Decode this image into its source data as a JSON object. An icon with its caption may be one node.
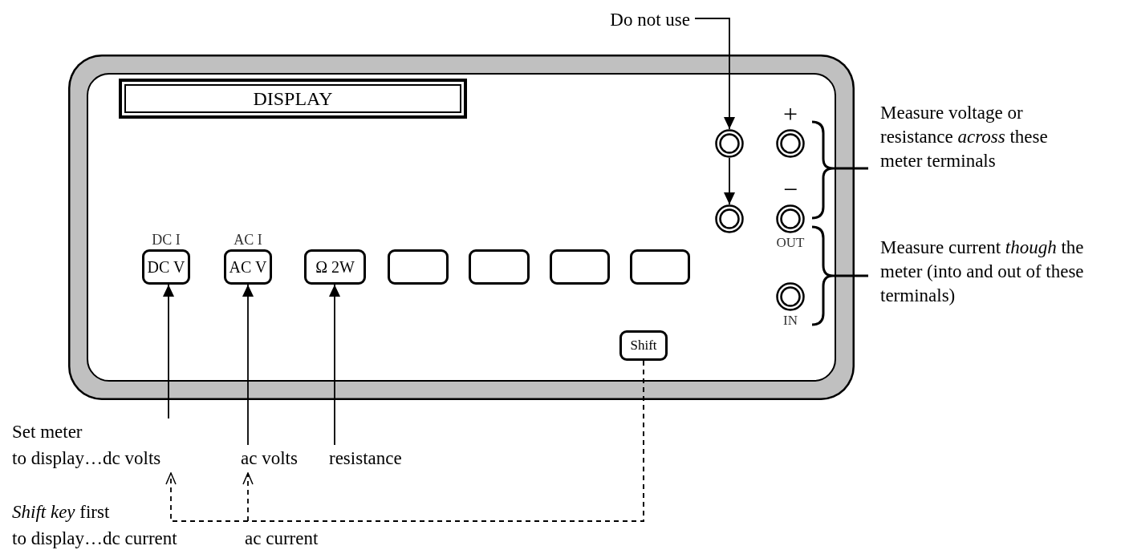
{
  "diagram": {
    "nodes": [
      {
        "text": [],
        "shape": "box"
      },
      {
        "text": [
          "DISPLAY"
        ],
        "in": 0
      },
      {
        "text": [
          "DC V"
        ],
        "in": 0,
        "beside": [
          "DC I"
        ]
      },
      {
        "text": [
          "AC V"
        ],
        "in": 0,
        "beside": [
          "AC I"
        ]
      },
      {
        "text": [
          "Ω 2W"
        ],
        "in": 0
      },
      {
        "text": [],
        "shape": "box",
        "in": 0
      },
      {
        "text": [],
        "shape": "box",
        "in": 0
      },
      {
        "text": [],
        "shape": "box",
        "in": 0
      },
      {
        "text": [],
        "shape": "box",
        "in": 0
      },
      {
        "text": [
          "Shift"
        ],
        "in": 0
      },
      {
        "text": [],
        "shape": "circle",
        "in": 0
      },
      {
        "text": [],
        "shape": "circle",
        "in": 0
      },
      {
        "text": [],
        "shape": "circle",
        "in": 0,
        "beside": [
          "+"
        ]
      },
      {
        "text": [],
        "shape": "circle",
        "in": 0,
        "beside": [
          "−",
          "OUT"
        ]
      },
      {
        "text": [],
        "shape": "circle",
        "in": 0,
        "beside": [
          "IN"
        ]
      },
      {
        "text": [
          "Do not use"
        ]
      },
      {
        "text": [
          "Set meter",
          "to display…dc volts"
        ]
      },
      {
        "text": [
          "ac volts"
        ]
      },
      {
        "text": [
          "resistance"
        ]
      },
      {
        "text": [
          "*Shift key* first",
          "to display…dc current"
        ]
      },
      {
        "text": [
          "ac current"
        ]
      },
      {
        "text": [
          "Measure voltage or resistance *across* these meter terminals"
        ]
      },
      {
        "text": [
          "Measure current *though* the meter (into and out of these terminals)"
        ]
      }
    ],
    "edges": [
      {
        "from": 15,
        "to": 10,
        "arrow": "to"
      },
      {
        "from": 10,
        "to": 11,
        "arrow": "to"
      },
      {
        "from": 16,
        "to": 2,
        "arrow": "to"
      },
      {
        "from": 17,
        "to": 3,
        "arrow": "to"
      },
      {
        "from": 18,
        "to": 4,
        "arrow": "to"
      },
      {
        "from": 9,
        "to": 16,
        "arrow": "to",
        "style": "dashed"
      },
      {
        "from": 9,
        "to": 17,
        "arrow": "to",
        "style": "dashed"
      }
    ]
  }
}
